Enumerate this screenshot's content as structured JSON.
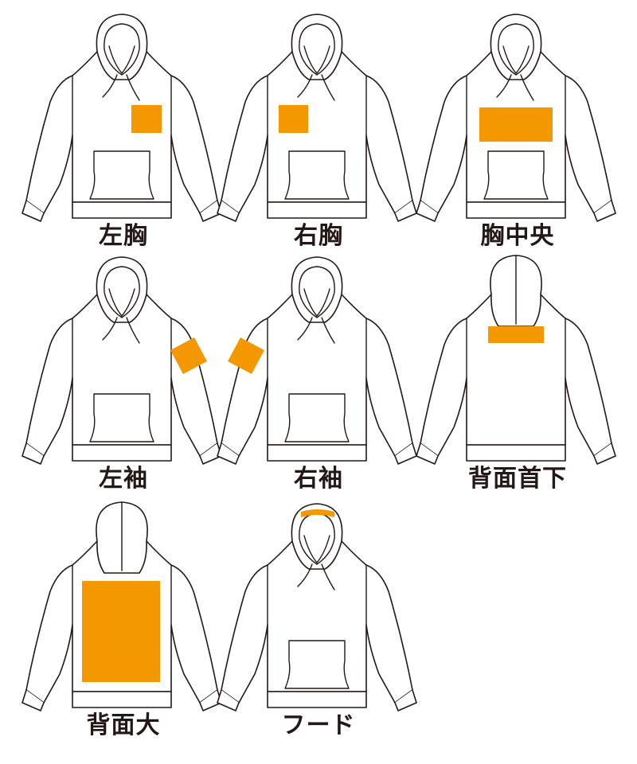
{
  "accent_color": "#f39800",
  "line_color": "#231815",
  "items": [
    {
      "label": "左胸",
      "view": "front",
      "placement": "left-chest"
    },
    {
      "label": "右胸",
      "view": "front",
      "placement": "right-chest"
    },
    {
      "label": "胸中央",
      "view": "front",
      "placement": "center-chest"
    },
    {
      "label": "左袖",
      "view": "front",
      "placement": "left-sleeve"
    },
    {
      "label": "右袖",
      "view": "front",
      "placement": "right-sleeve"
    },
    {
      "label": "背面首下",
      "view": "back",
      "placement": "back-neck"
    },
    {
      "label": "背面大",
      "view": "back",
      "placement": "back-large"
    },
    {
      "label": "フード",
      "view": "front",
      "placement": "hood"
    }
  ]
}
